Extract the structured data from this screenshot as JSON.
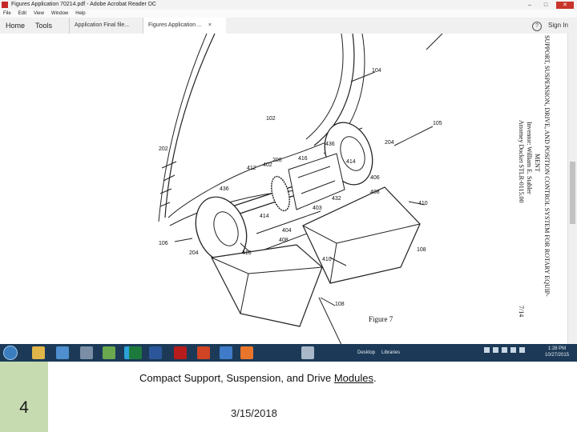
{
  "window": {
    "title": "Figures Application 70214.pdf - Adobe Acrobat Reader DC",
    "minimize": "–",
    "maximize": "□",
    "close": "✕"
  },
  "menu": [
    "File",
    "Edit",
    "View",
    "Window",
    "Help"
  ],
  "toolbar": {
    "home": "Home",
    "tools": "Tools",
    "tab1": "Application Final file...",
    "tab2": "Figures Application ...",
    "tab_close": "×",
    "help_symbol": "?",
    "sign_in": "Sign In"
  },
  "figure": {
    "caption": "Figure 7",
    "side_text_1": "SUPPORT, SUSPENSION, DRIVE, AND POSITION CONTROL SYSTEM FOR ROTARY EQUIP-",
    "side_text_2": "MENT",
    "side_text_3": "Inventor: William E. Stabler",
    "side_text_4": "Attorney Docket STLR-0115.00",
    "side_page": "7/14",
    "labels": [
      "104",
      "102",
      "105",
      "202",
      "204",
      "416",
      "208",
      "414",
      "412",
      "402",
      "436",
      "406",
      "436",
      "408",
      "410",
      "432",
      "403",
      "414",
      "106",
      "204",
      "404",
      "408",
      "410",
      "416",
      "108",
      "108"
    ]
  },
  "taskbar": {
    "desktop": "Desktop",
    "libraries": "Libraries",
    "time": "1:28 PM",
    "date": "10/27/2015"
  },
  "slide": {
    "number": "4",
    "caption_prefix": "Compact Support, Suspension, and Drive ",
    "caption_link": "Modules",
    "caption_suffix": ".",
    "date": "3/15/2018"
  },
  "colors": {
    "strip": "#c6dcb0",
    "taskbar": "#1c3a57"
  }
}
